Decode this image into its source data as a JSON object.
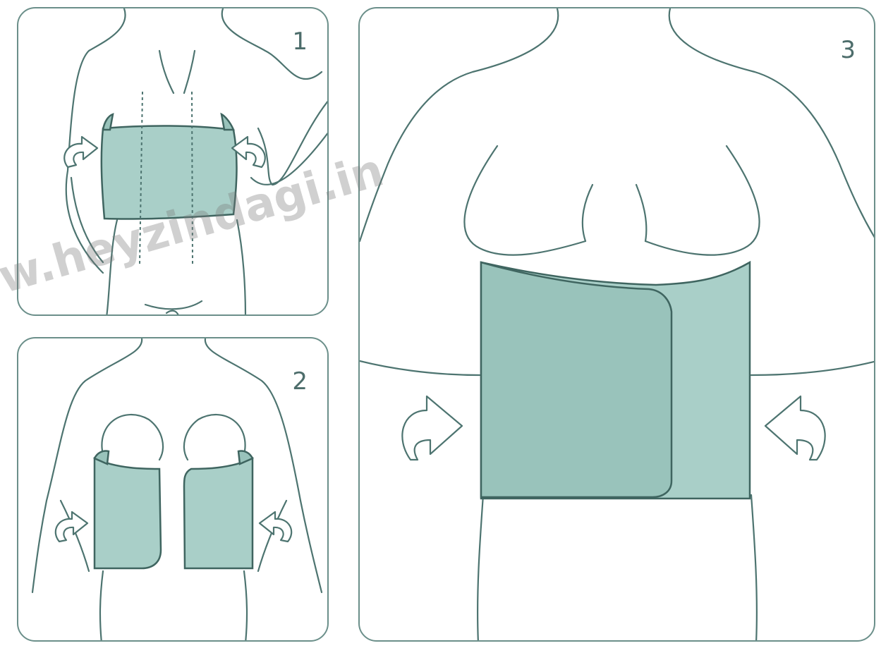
{
  "steps": [
    {
      "number": "1"
    },
    {
      "number": "2"
    },
    {
      "number": "3"
    }
  ],
  "watermark": "w.heyzindagi.in",
  "colors": {
    "band_fill": "#a9cfc8",
    "outline": "#4d7470",
    "panel_border": "#6b8f8a"
  }
}
